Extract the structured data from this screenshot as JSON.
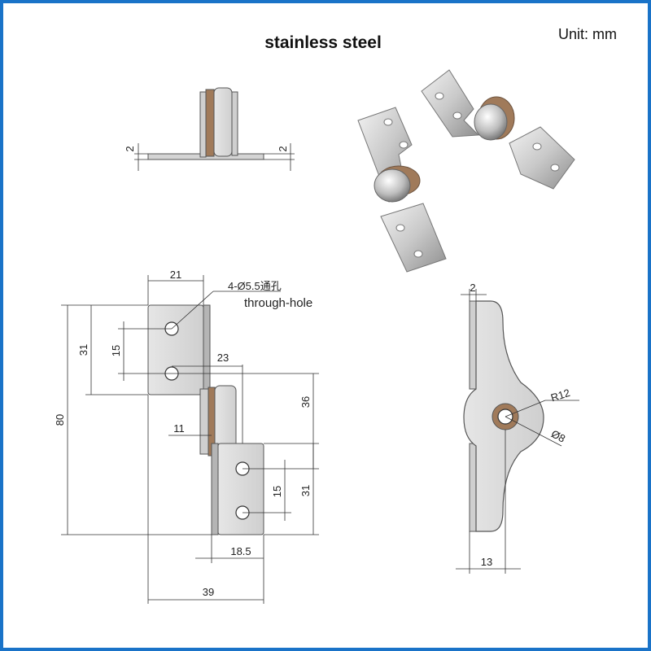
{
  "header": {
    "title": "stainless steel",
    "unit_label": "Unit:  mm"
  },
  "top_view": {
    "left_thickness": "2",
    "right_thickness": "2"
  },
  "front_view": {
    "width_top": "21",
    "hole_callout": "4-Ø5.5通孔",
    "hole_callout_en": "through-hole",
    "offset_23": "23",
    "height_80": "80",
    "height_31_top": "31",
    "spacing_15_top": "15",
    "height_36": "36",
    "offset_11": "11",
    "spacing_15_bottom": "15",
    "height_31_bottom": "31",
    "width_18_5": "18.5",
    "width_39": "39"
  },
  "side_view": {
    "thickness": "2",
    "radius": "R12",
    "diameter": "Ø8",
    "width_13": "13"
  },
  "colors": {
    "border": "#1a73c8",
    "metal": "#dcdcdc",
    "metal_dark": "#9a9a9a",
    "brass": "#a07a5a"
  }
}
